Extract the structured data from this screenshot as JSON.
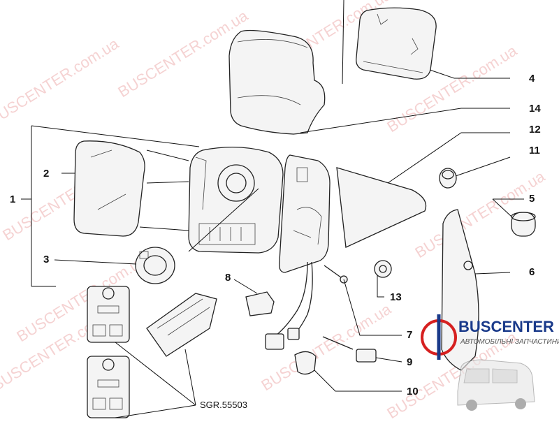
{
  "watermark": "BUSCENTER.com.ua",
  "callouts": [
    "1",
    "2",
    "3",
    "4",
    "5",
    "6",
    "7",
    "8",
    "9",
    "10",
    "11",
    "12",
    "13",
    "14"
  ],
  "reference_code": "SGR.55503",
  "logo": {
    "title": "BUSCENTER",
    "subtitle": "АВТОМОБІЛЬНІ ЗАПЧАСТИНИ"
  },
  "colors": {
    "watermark": "#e58b8b",
    "logo_blue": "#1a3a8a",
    "logo_red": "#d62020"
  }
}
